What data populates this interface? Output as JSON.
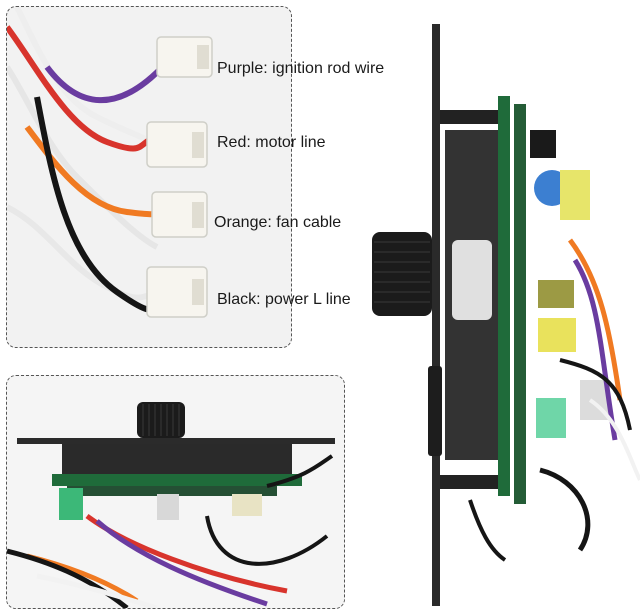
{
  "labels": {
    "purple": "Purple: ignition rod wire",
    "red": "Red: motor line",
    "orange": "Orange: fan cable",
    "black": "Black: power L line"
  },
  "colors": {
    "purple": "#6a3ca0",
    "red": "#d8342c",
    "orange": "#f07a22",
    "black": "#151515",
    "white_wire": "#f4f4f4",
    "pcb_green": "#1f6b3a",
    "connector_white": "#f7f5ef",
    "terminal_green": "#3cb878",
    "knob": "#1b1b1b"
  }
}
